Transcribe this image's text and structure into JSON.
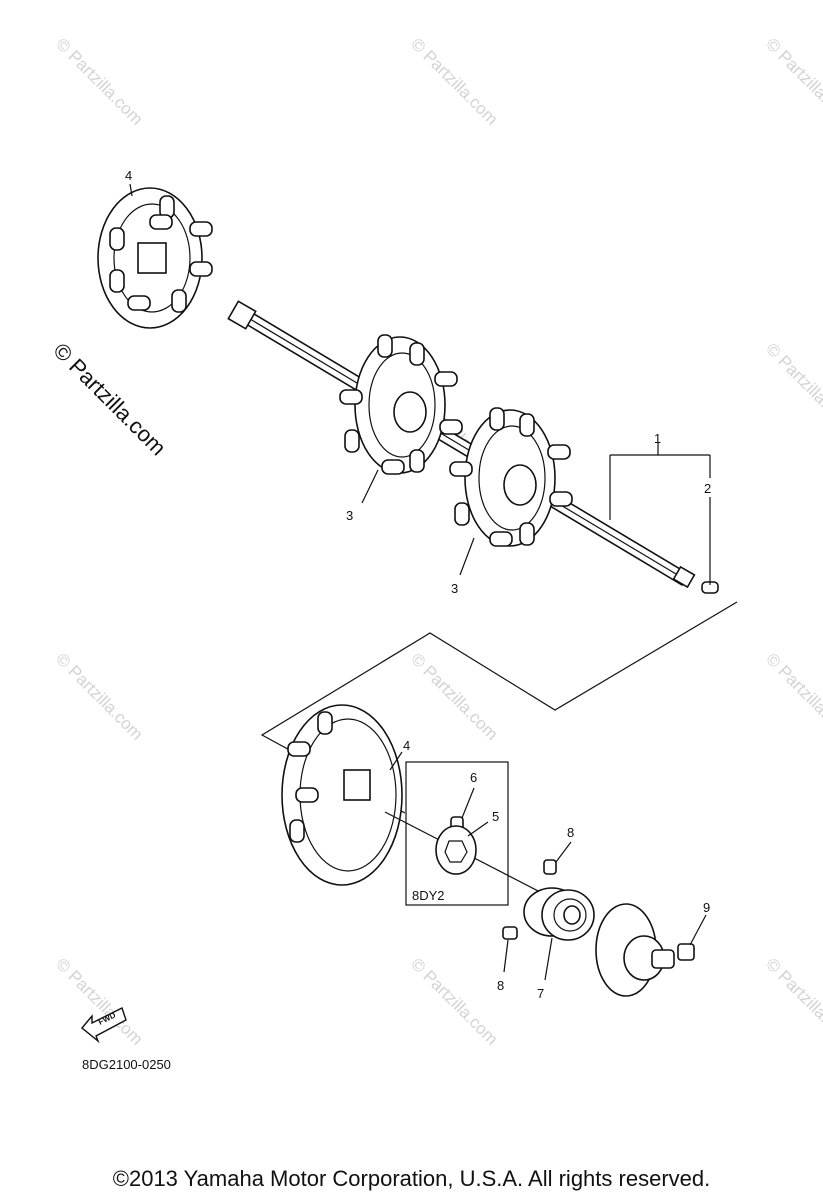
{
  "watermark": {
    "small": "© Partzilla.com",
    "large": "© Partzilla.com"
  },
  "callouts": {
    "c1": "1",
    "c2": "2",
    "c3a": "3",
    "c3b": "3",
    "c4a": "4",
    "c4b": "4",
    "c5": "5",
    "c6": "6",
    "c7": "7",
    "c8a": "8",
    "c8b": "8",
    "c9": "9"
  },
  "variant_box_label": "8DY2",
  "fwd_label": "FWD",
  "drawing_code": "8DG2100-0250",
  "copyright": "©2013  Yamaha Motor Corporation, U.S.A. All rights reserved."
}
